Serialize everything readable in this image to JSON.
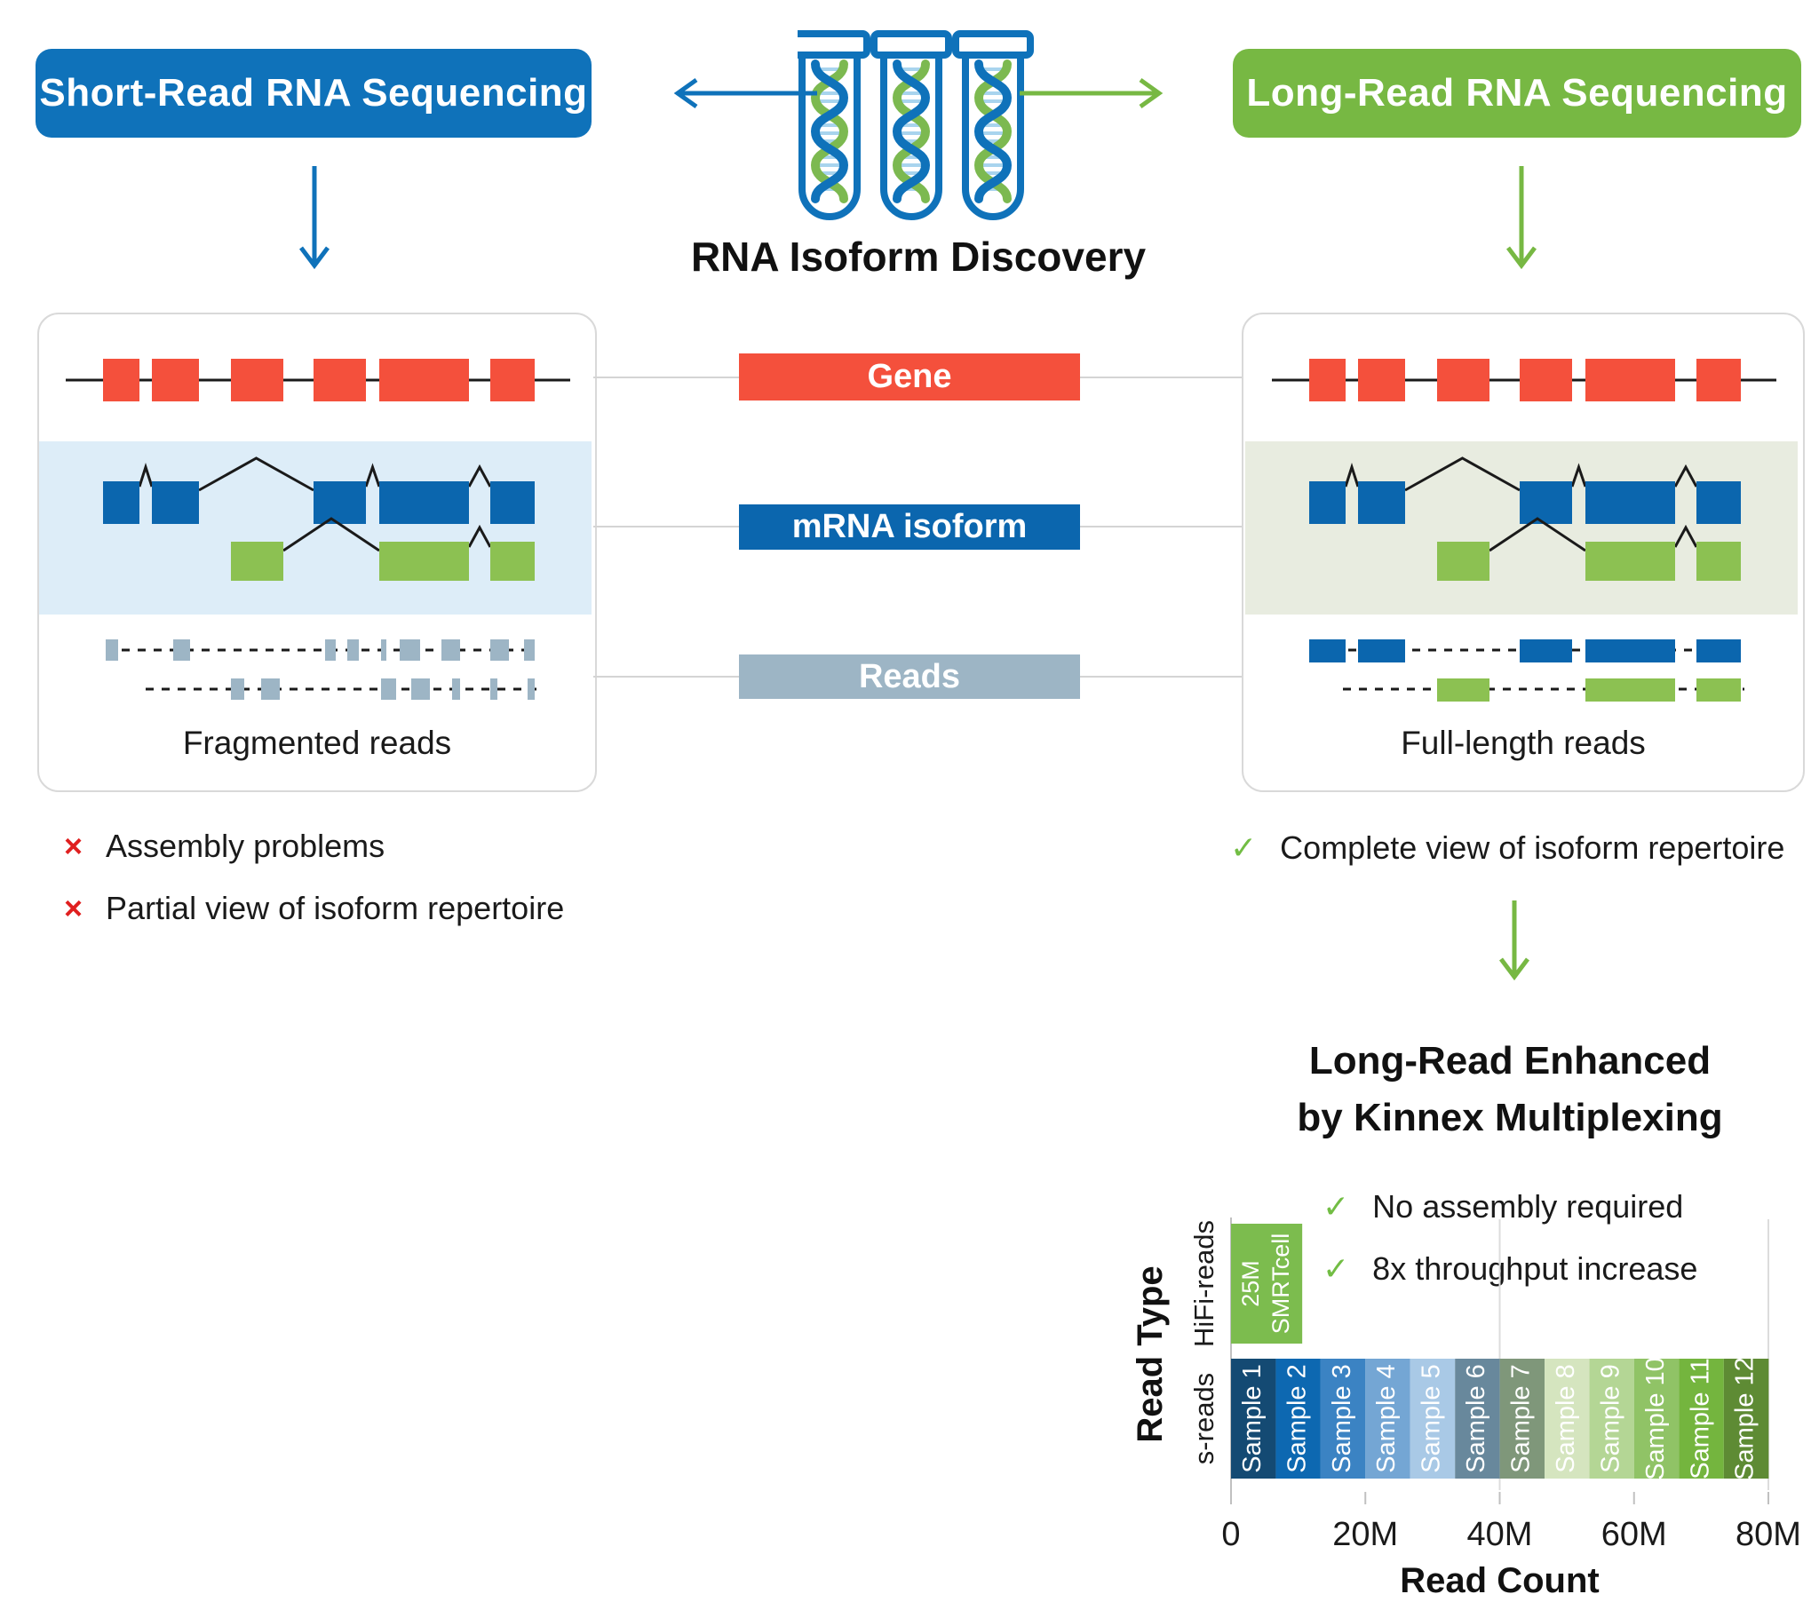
{
  "header": {
    "left_button": "Short-Read RNA Sequencing",
    "right_button": "Long-Read RNA Sequencing",
    "title": "RNA Isoform Discovery"
  },
  "track_labels": {
    "gene": "Gene",
    "mrna": "mRNA isoform",
    "reads": "Reads"
  },
  "left_panel": {
    "caption": "Fragmented reads",
    "bullets": [
      {
        "icon": "cross",
        "text": "Assembly problems"
      },
      {
        "icon": "cross",
        "text": "Partial view of isoform repertoire"
      }
    ]
  },
  "right_panel": {
    "caption": "Full-length reads",
    "bullets": [
      {
        "icon": "check",
        "text": "Complete view of isoform repertoire"
      }
    ]
  },
  "kinnex": {
    "heading_line1": "Long-Read Enhanced",
    "heading_line2": "by Kinnex Multiplexing",
    "bullets": [
      {
        "icon": "check",
        "text": "No assembly required"
      },
      {
        "icon": "check",
        "text": "8x throughput increase"
      }
    ]
  },
  "colors": {
    "blue": "#0f72ba",
    "green": "#77b843",
    "gene_red": "#f4503c",
    "mrna_blue": "#0b66ae",
    "isoform_green": "#8cc152",
    "reads_gray": "#9db5c5",
    "band_blue": "#ddedf8",
    "band_green": "#e8ece0",
    "check_green": "#72bd44",
    "cross_red": "#e01f1f",
    "helix_green": "#7cb950",
    "helix_rung": "#a8d4ee",
    "axis_gray": "#c0c0c0",
    "grid_gray": "#dcdcdc"
  },
  "chart_data": {
    "type": "bar",
    "orientation": "horizontal-stacked",
    "title": "",
    "xlabel": "Read Count",
    "ylabel": "Read Type",
    "categories": [
      "HiFi-reads",
      "s-reads"
    ],
    "xticks": [
      "0",
      "20M",
      "40M",
      "60M",
      "80M"
    ],
    "xlim": [
      0,
      80000000
    ],
    "grid": "vertical lines at 40M and 80M",
    "bars": {
      "hifi": {
        "category": "HiFi-reads",
        "segments": [
          {
            "label_line1": "25M",
            "label_line2": "SMRTcell",
            "value_reads": 10600000,
            "color": "#7cbc4e"
          }
        ]
      },
      "s_reads": {
        "category": "s-reads",
        "segments": [
          {
            "label": "Sample 1",
            "value_reads": 6670000,
            "color": "#144a73"
          },
          {
            "label": "Sample 2",
            "value_reads": 6670000,
            "color": "#0d68b1"
          },
          {
            "label": "Sample 3",
            "value_reads": 6670000,
            "color": "#3b83c3"
          },
          {
            "label": "Sample 4",
            "value_reads": 6670000,
            "color": "#74a6d4"
          },
          {
            "label": "Sample 5",
            "value_reads": 6670000,
            "color": "#a9c9e6"
          },
          {
            "label": "Sample 6",
            "value_reads": 6670000,
            "color": "#68889c"
          },
          {
            "label": "Sample 7",
            "value_reads": 6670000,
            "color": "#7f977a"
          },
          {
            "label": "Sample 8",
            "value_reads": 6670000,
            "color": "#d5e5bf"
          },
          {
            "label": "Sample 9",
            "value_reads": 6670000,
            "color": "#b4d695"
          },
          {
            "label": "Sample 10",
            "value_reads": 6670000,
            "color": "#90c366"
          },
          {
            "label": "Sample 11",
            "value_reads": 6670000,
            "color": "#74b53e"
          },
          {
            "label": "Sample 12",
            "value_reads": 6670000,
            "color": "#5e8b34"
          }
        ]
      }
    }
  }
}
